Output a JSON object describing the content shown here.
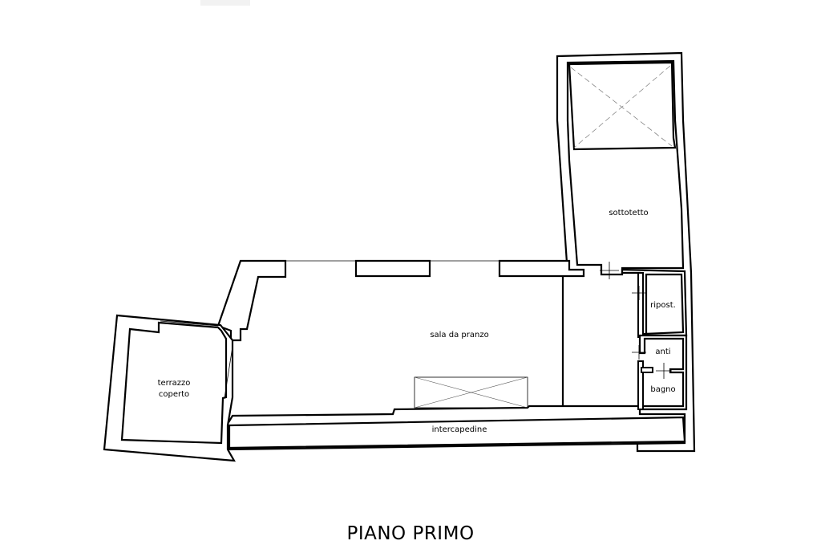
{
  "title": "PIANO PRIMO",
  "rooms": {
    "sottotetto": "sottotetto",
    "ripost": "ripost.",
    "sala": "sala da pranzo",
    "anti": "anti",
    "bagno": "bagno",
    "terrazzo_1": "terrazzo",
    "terrazzo_2": "coperto",
    "intercapedine": "intercapedine"
  }
}
